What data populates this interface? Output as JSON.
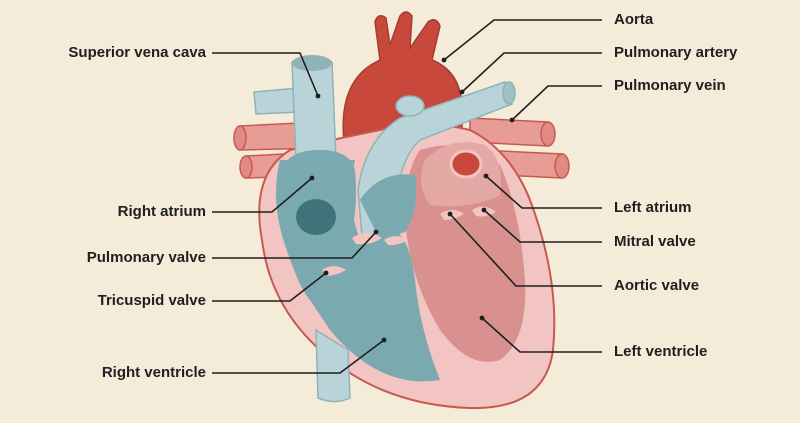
{
  "labels": {
    "superior_vena_cava": "Superior vena cava",
    "right_atrium": "Right atrium",
    "pulmonary_valve": "Pulmonary valve",
    "tricuspid_valve": "Tricuspid valve",
    "right_ventricle": "Right ventricle",
    "aorta": "Aorta",
    "pulmonary_artery": "Pulmonary artery",
    "pulmonary_vein": "Pulmonary vein",
    "left_atrium": "Left atrium",
    "mitral_valve": "Mitral valve",
    "aortic_valve": "Aortic valve",
    "left_ventricle": "Left ventricle"
  },
  "colors": {
    "background": "#f5ebd9",
    "heart_wall": "#f2c4c2",
    "heart_outline": "#c75a4f",
    "left_chamber": "#d99190",
    "aorta": "#c8483b",
    "vessel_red": "#e89c96",
    "vessel_blue": "#b9d4d8",
    "right_chamber": "#7aa9b0",
    "dark_hole": "#3e7479",
    "label_text": "#1f1f1f"
  }
}
